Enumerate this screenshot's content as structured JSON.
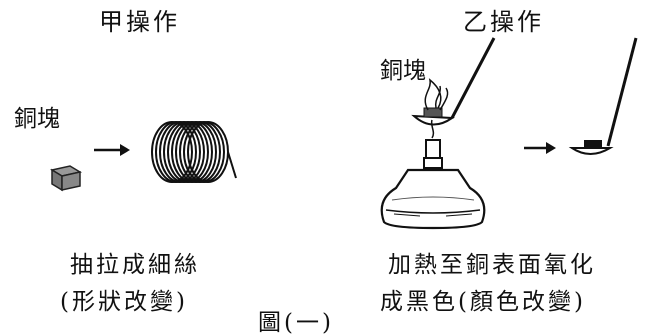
{
  "left_panel": {
    "title": "甲操作",
    "object_label": "銅塊",
    "caption_line1": "抽拉成細絲",
    "caption_line2": "(形狀改變)"
  },
  "right_panel": {
    "title": "乙操作",
    "object_label": "銅塊",
    "caption_line1": "加熱至銅表面氧化",
    "caption_line2": "成黑色(顏色改變)"
  },
  "figure_caption": "圖(一)",
  "icons": [
    "copper-block-icon",
    "right-arrow-icon",
    "copper-coil-icon",
    "spoon-icon",
    "flame-icon",
    "alcohol-lamp-icon"
  ]
}
